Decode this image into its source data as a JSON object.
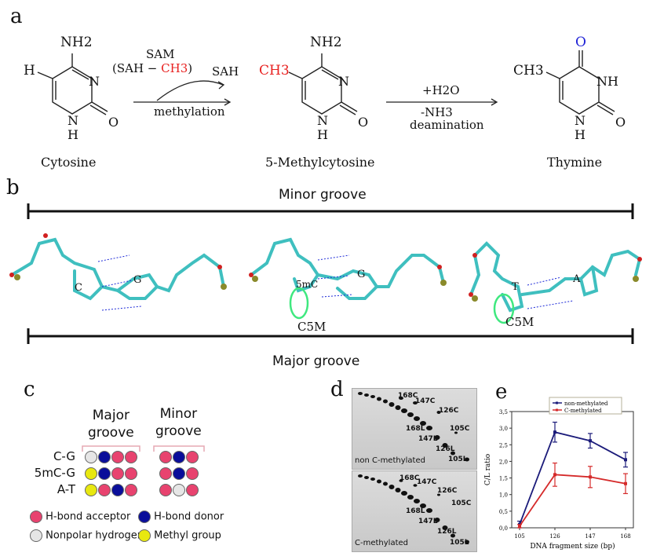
{
  "panels": {
    "a": "a",
    "b": "b",
    "c": "c",
    "d": "d",
    "e": "e"
  },
  "panel_a": {
    "cytosine": {
      "name": "Cytosine",
      "nh2": "NH2",
      "h": "H",
      "n3": "N",
      "n1": "N",
      "h1": "H",
      "o": "O"
    },
    "methylation": {
      "sam": "SAM",
      "sah_ch3_open": "(SAH −",
      "ch3": "CH3",
      "close": ")",
      "sah": "SAH",
      "label": "methylation"
    },
    "methylcytosine": {
      "name": "5-Methylcytosine",
      "ch3": "CH3",
      "nh2": "NH2",
      "n3": "N",
      "n1": "N",
      "h1": "H",
      "o": "O"
    },
    "deamination": {
      "h2o": "+H2O",
      "nh3": "-NH3",
      "label": "deamination"
    },
    "thymine": {
      "name": "Thymine",
      "ch3": "CH3",
      "o_top": "O",
      "nh": "NH",
      "n1": "N",
      "h1": "H",
      "o": "O"
    }
  },
  "panel_b": {
    "minor_groove": "Minor groove",
    "major_groove": "Major groove",
    "pairs": [
      {
        "left": "C",
        "right": "G"
      },
      {
        "left": "5mC",
        "right": "G",
        "methyl_label": "C5M"
      },
      {
        "left": "T",
        "right": "A",
        "methyl_label": "C5M"
      }
    ]
  },
  "panel_c": {
    "header_major": "Major\ngroove",
    "header_minor": "Minor\ngroove",
    "rows": [
      {
        "label": "C-G",
        "major": [
          "gray",
          "blue",
          "red",
          "red"
        ],
        "minor": [
          "red",
          "blue",
          "red"
        ]
      },
      {
        "label": "5mC-G",
        "major": [
          "yellow",
          "blue",
          "red",
          "red"
        ],
        "minor": [
          "red",
          "blue",
          "red"
        ]
      },
      {
        "label": "A-T",
        "major": [
          "yellow",
          "red",
          "blue",
          "red"
        ],
        "minor": [
          "red",
          "gray",
          "red"
        ]
      }
    ],
    "legend": [
      {
        "color": "red",
        "label": "H-bond acceptor"
      },
      {
        "color": "blue",
        "label": "H-bond donor"
      },
      {
        "color": "gray",
        "label": "Nonpolar hydrogen"
      },
      {
        "color": "yellow",
        "label": "Methyl group"
      }
    ],
    "colors": {
      "red": "#e8436f",
      "blue": "#0a0e9a",
      "gray": "#e6e6e6",
      "yellow": "#e8e810"
    }
  },
  "panel_d": {
    "top_caption": "non C-methylated",
    "bottom_caption": "C-methylated",
    "spot_labels": [
      "168C",
      "147C",
      "126C",
      "105C",
      "168L",
      "147L",
      "126L",
      "105L"
    ],
    "small_c": "c"
  },
  "chart_data": {
    "type": "line",
    "categories": [
      "105",
      "126",
      "147",
      "168"
    ],
    "xlabel": "DNA  fragment size (bp)",
    "ylabel": "C/L ratio",
    "ylim": [
      0,
      3.5
    ],
    "yticks": [
      "0,0",
      "0,5",
      "1,0",
      "1,5",
      "2,0",
      "2,5",
      "3,0",
      "3,5"
    ],
    "legend_position": "top",
    "series": [
      {
        "name": "non-methylated",
        "color": "#1b1b7a",
        "values": [
          0.1,
          2.88,
          2.62,
          2.05
        ],
        "errors": [
          0.1,
          0.3,
          0.22,
          0.22
        ]
      },
      {
        "name": "C-methylated",
        "color": "#d52a2a",
        "values": [
          0.05,
          1.6,
          1.53,
          1.33
        ],
        "errors": [
          0.05,
          0.35,
          0.32,
          0.3
        ]
      }
    ]
  }
}
